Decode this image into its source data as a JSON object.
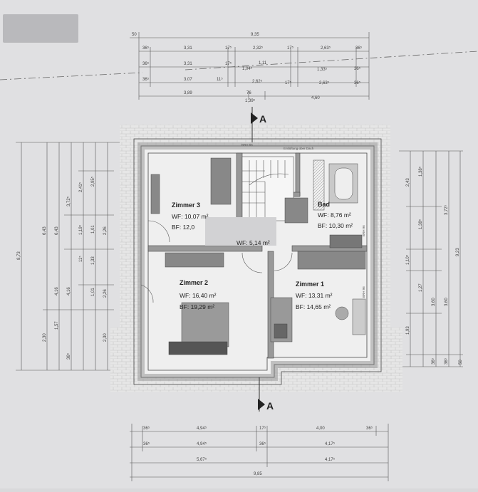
{
  "rooms": [
    {
      "name": "Zimmer 3",
      "wf": "WF: 10,07 m²",
      "bf": "BF: 12,0"
    },
    {
      "name": "Bad",
      "wf": "WF: 8,76 m²",
      "bf": "BF: 10,30 m²"
    },
    {
      "name": "Zimmer 2",
      "wf": "WF: 16,40 m²",
      "bf": "BF: 19,29 m²"
    },
    {
      "name": "Zimmer 1",
      "wf": "WF: 13,31 m²",
      "bf": "BF: 14,65 m²"
    }
  ],
  "hall": {
    "wf": "WF: 5,14 m²"
  },
  "section_marker": "A",
  "notes": {
    "brh_top": "BRH 66",
    "dach": "Entlüftung über Dach",
    "brh_bad": "BRH 96",
    "brh_z1": "BRH 96"
  },
  "dims_top": [
    {
      "a": "50",
      "b": "9,35"
    },
    {
      "a": "36⁵",
      "b": "3,31",
      "c": "17⁵",
      "d": "2,32⁵",
      "e": "17⁵",
      "f": "2,63⁵",
      "g": "36⁵"
    },
    {
      "a": "36⁵",
      "b": "3,31",
      "c": "17⁵",
      "d": "1,04⁵",
      "e": "1,11",
      "f": "1,33⁵",
      "g": "36⁵"
    },
    {
      "a": "36⁵",
      "b": "3,07",
      "c": "11⁵",
      "d": "2,62⁵",
      "e": "17⁵",
      "f": "2,63⁵",
      "g": "36⁵"
    },
    {
      "a": "3,89",
      "b": "76",
      "c": "1,39⁵",
      "d": "4,60"
    }
  ],
  "dims_bottom": [
    {
      "a": "36⁵",
      "b": "4,94⁵",
      "c": "17⁵",
      "d": "4,00",
      "e": "36⁵"
    },
    {
      "a": "36⁵",
      "b": "4,94⁵",
      "c": "36⁵",
      "d": "4,17⁵"
    },
    {
      "a": "5,67⁵",
      "b": "4,17⁵"
    },
    {
      "a": "9,85"
    }
  ],
  "dims_left": [
    "8,73",
    "6,43",
    "6,43",
    "3,72⁵",
    "2,41⁵",
    "2,95⁵",
    "2,26",
    "1,33",
    "1,01",
    "1,19⁵",
    "4,16",
    "4,16",
    "2,30",
    "1,57",
    "2,30",
    "36⁵",
    "11⁵",
    "1,01",
    "2,26"
  ],
  "dims_right": [
    "2,43",
    "1,38⁵",
    "3,72⁵",
    "9,23",
    "1,10⁵",
    "1,38⁵",
    "1,27",
    "1,93",
    "3,60",
    "3,60",
    "36⁵",
    "36⁵",
    "50"
  ]
}
